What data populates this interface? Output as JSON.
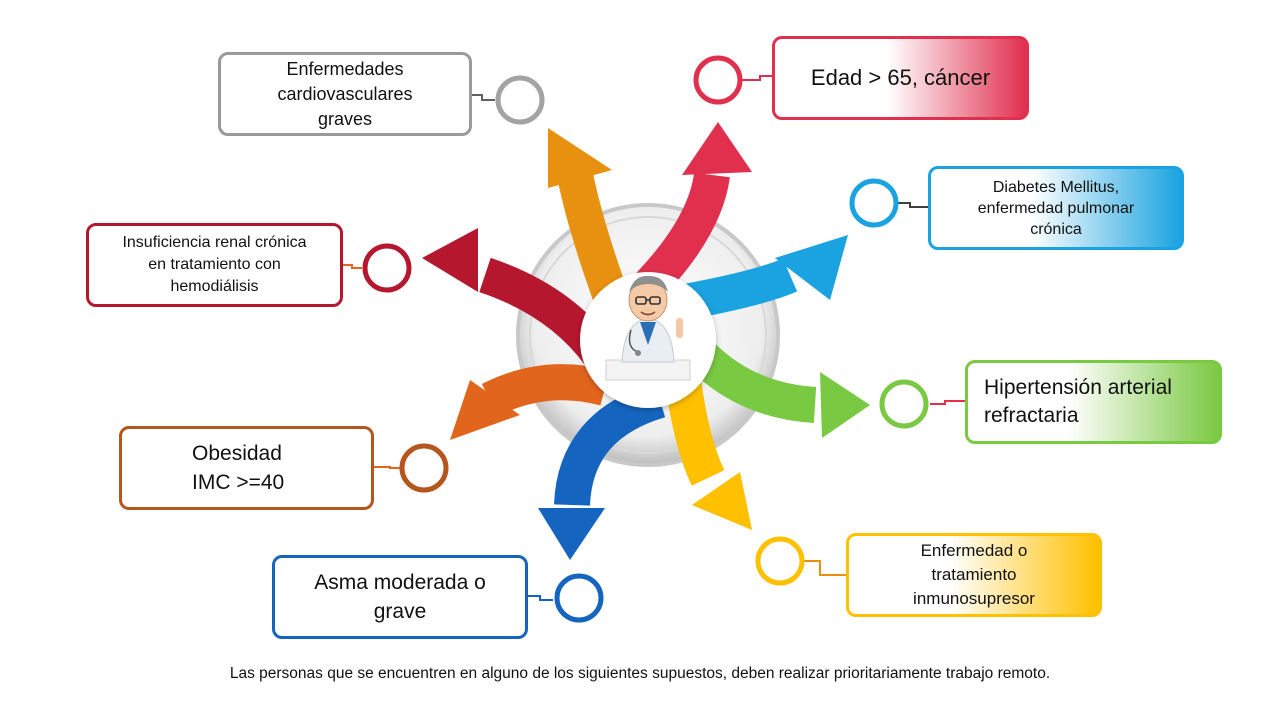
{
  "colors": {
    "gray": "#a3a3a3",
    "red": "#e0304e",
    "blue": "#1aa3e0",
    "green": "#7ac943",
    "yellow": "#ffc000",
    "dark_blue": "#1565c0",
    "orange": "#e2651e",
    "crimson": "#b5172f",
    "amber": "#e8900f"
  },
  "items": [
    {
      "id": "cardiovascular",
      "text": "Enfermedades\ncardiovasculares\ngraves"
    },
    {
      "id": "age-cancer",
      "text": "Edad > 65, cáncer"
    },
    {
      "id": "diabetes",
      "text": "Diabetes Mellitus,\nenfermedad pulmonar\ncrónica"
    },
    {
      "id": "hypertension",
      "text": "Hipertensión arterial\nrefractaria"
    },
    {
      "id": "immunosuppressive",
      "text": "Enfermedad o\ntratamiento\ninmunosupresor"
    },
    {
      "id": "asthma",
      "text": "Asma moderada o\ngrave"
    },
    {
      "id": "obesity",
      "text": "Obesidad\n  IMC >=40"
    },
    {
      "id": "renal",
      "text": "Insuficiencia renal crónica\nen tratamiento con\nhemodiálisis"
    }
  ],
  "center_icon": "doctor-icon",
  "caption": "Las personas que se encuentren en alguno de los siguientes supuestos, deben realizar prioritariamente trabajo remoto."
}
